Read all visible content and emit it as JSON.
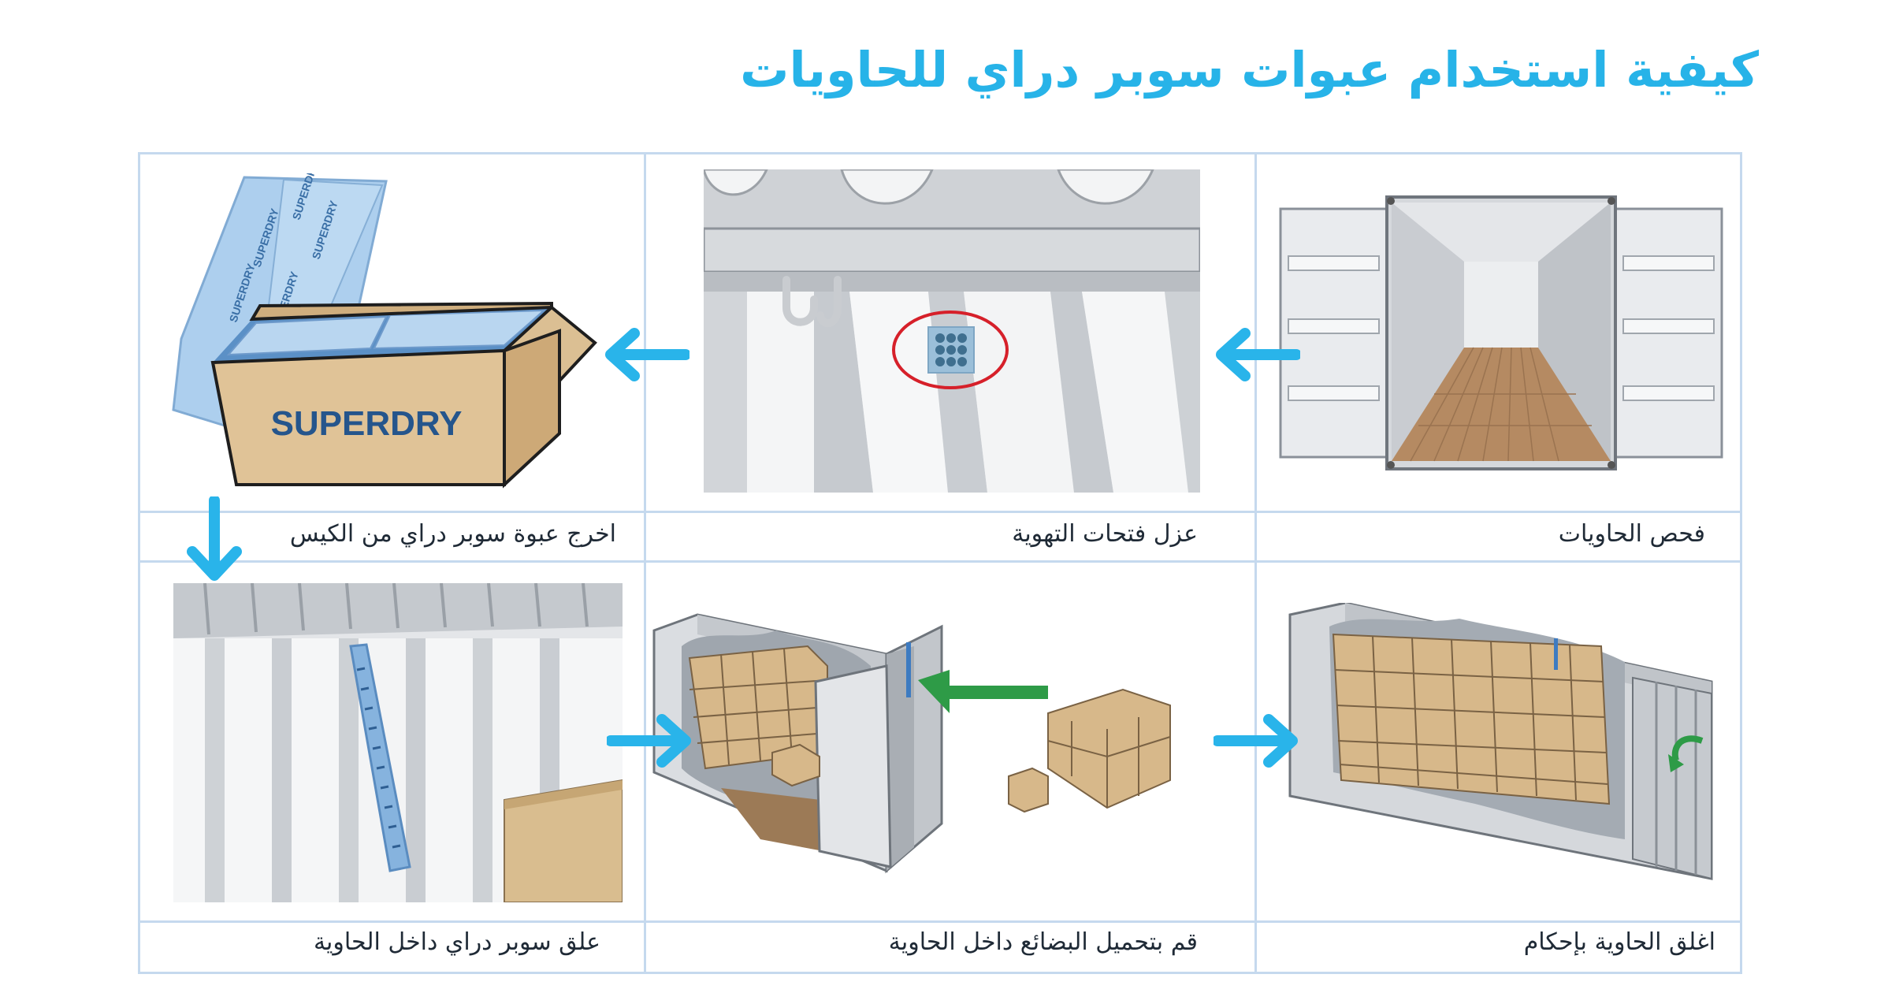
{
  "title": "كيفية استخدام  عبوات سوبر دراي للحاويات",
  "colors": {
    "accent": "#27b3e8",
    "grid": "#c5d9ee",
    "text": "#1f2a36",
    "arrow": "#29b4ea",
    "highlight": "#d6202a",
    "inside_arrow": "#2e9b47"
  },
  "steps": [
    {
      "caption": "فحص الحاويات",
      "illustration": "open-container-icon"
    },
    {
      "caption": "عزل فتحات التهوية",
      "illustration": "ventilation-hole-icon"
    },
    {
      "caption": "اخرج عبوة سوبر دراي من الكيس",
      "illustration": "superdry-box-icon",
      "box_label": "SUPERDRY",
      "pack_label": "SUPERDRY"
    },
    {
      "caption": "علق سوبر دراي داخل الحاوية",
      "illustration": "hanging-pack-icon"
    },
    {
      "caption": "قم بتحميل البضائع داخل الحاوية",
      "illustration": "loading-cargo-icon"
    },
    {
      "caption": "اغلق الحاوية بإحكام",
      "illustration": "closed-container-icon"
    }
  ]
}
